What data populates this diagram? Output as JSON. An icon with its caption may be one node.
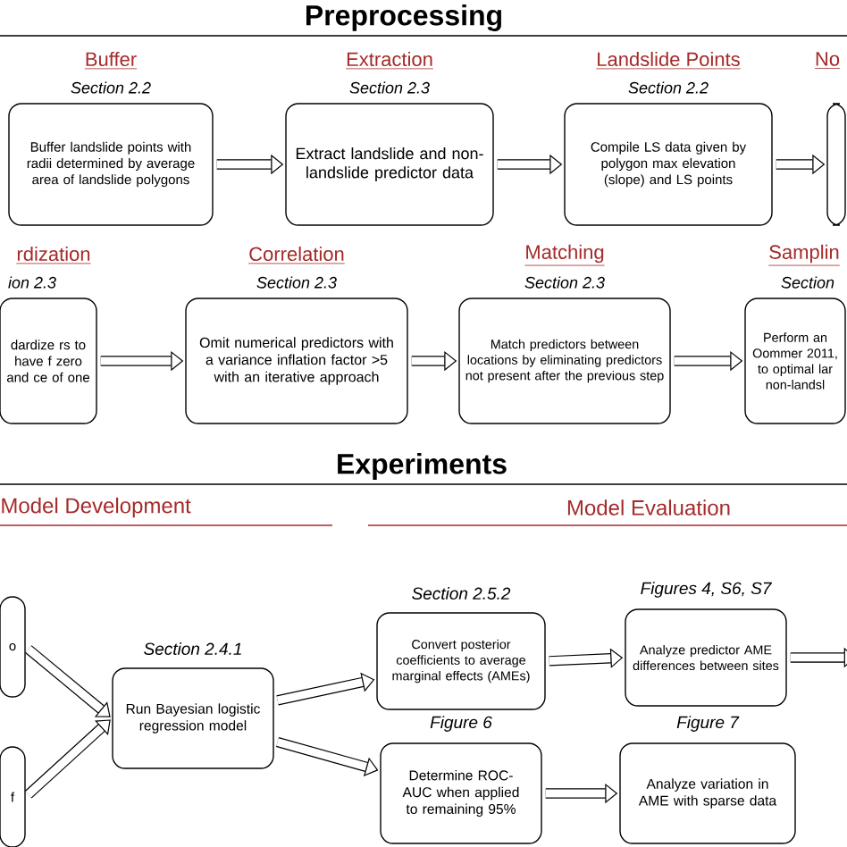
{
  "diagram": {
    "nodes": [
      {
        "text": [
          "Buffer",
          "Section 2.2",
          "Buffer landslide points with radii determined by average area of landslide polygons"
        ]
      },
      {
        "text": [
          "Extraction",
          "Section 2.3",
          "Extract landslide and non-landslide predictor data"
        ]
      },
      {
        "text": [
          "Landslide Points",
          "Section 2.2",
          "Compile LS data given by polygon max elevation (slope) and LS points"
        ]
      },
      {
        "text": [
          "No"
        ]
      },
      {
        "text": [
          "rdization",
          "ion 2.3",
          "dardize rs to have f zero and ce of one"
        ]
      },
      {
        "text": [
          "Correlation",
          "Section 2.3",
          "Omit numerical predictors with a variance inflation factor >5 with an iterative approach"
        ]
      },
      {
        "text": [
          "Matching",
          "Section 2.3",
          "Match predictors between locations by eliminating predictors not present after the previous step"
        ]
      },
      {
        "text": [
          "Samplin",
          "Section",
          "Perform an Oommer 2011, to optimal lar non-landsl"
        ]
      },
      {
        "text": [
          "o"
        ]
      },
      {
        "text": [
          "f"
        ]
      },
      {
        "text": [
          "Section 2.4.1",
          "Run Bayesian logistic regression model"
        ]
      },
      {
        "text": [
          "Section 2.5.2",
          "Convert posterior coefficients to average marginal effects (AMEs)"
        ]
      },
      {
        "text": [
          "Figures 4, S6, S7",
          "Analyze predictor AME differences between sites"
        ]
      },
      {
        "text": [
          "Figure 6",
          "Determine ROC-AUC when applied to remaining 95%"
        ]
      },
      {
        "text": [
          "Figure 7",
          "Analyze variation in AME with sparse data"
        ]
      }
    ],
    "edges": [
      {
        "from": 0,
        "to": 1,
        "arrow": "to"
      },
      {
        "from": 1,
        "to": 2,
        "arrow": "to"
      },
      {
        "from": 2,
        "to": 3,
        "arrow": "to"
      },
      {
        "from": 4,
        "to": 5,
        "arrow": "to"
      },
      {
        "from": 5,
        "to": 6,
        "arrow": "to"
      },
      {
        "from": 6,
        "to": 7,
        "arrow": "to"
      },
      {
        "from": 8,
        "to": 10,
        "arrow": "to"
      },
      {
        "from": 9,
        "to": 10,
        "arrow": "to"
      },
      {
        "from": 10,
        "to": 11,
        "arrow": "to"
      },
      {
        "from": 10,
        "to": 13,
        "arrow": "to"
      },
      {
        "from": 11,
        "to": 12,
        "arrow": "to"
      },
      {
        "from": 13,
        "to": 14,
        "arrow": "to"
      },
      {
        "from": 12,
        "to": null,
        "arrow": "to"
      }
    ],
    "labels": [
      "Preprocessing",
      "Experiments",
      "Model Development",
      "Model Evaluation"
    ]
  }
}
